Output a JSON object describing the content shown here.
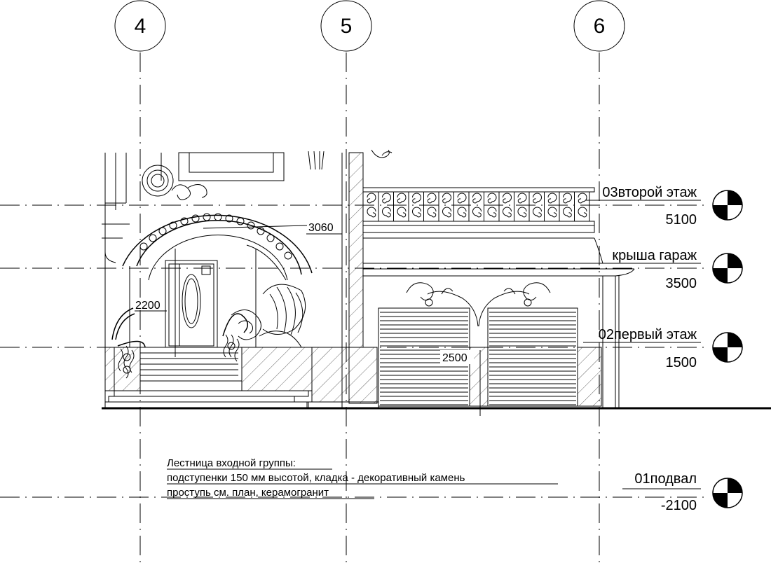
{
  "axes": [
    {
      "label": "4"
    },
    {
      "label": "5"
    },
    {
      "label": "6"
    }
  ],
  "levels": [
    {
      "name": "03второй этаж",
      "value": "5100"
    },
    {
      "name": "крыша гараж",
      "value": "3500"
    },
    {
      "name": "02первый этаж",
      "value": "1500"
    },
    {
      "name": "01подвал",
      "value": "-2100"
    }
  ],
  "dimensions": {
    "arch_height": "3060",
    "door_height": "2200",
    "garage_width": "2500"
  },
  "note": {
    "line1": "Лестница входной группы:",
    "line2": "подступенки 150 мм высотой, кладка - декоративный камень",
    "line3": "проступь см. план, керамогранит"
  },
  "icons": {
    "level_marker": "level-marker-icon",
    "railing": "wrought-iron-railing",
    "gate": "garage-roller-door"
  }
}
